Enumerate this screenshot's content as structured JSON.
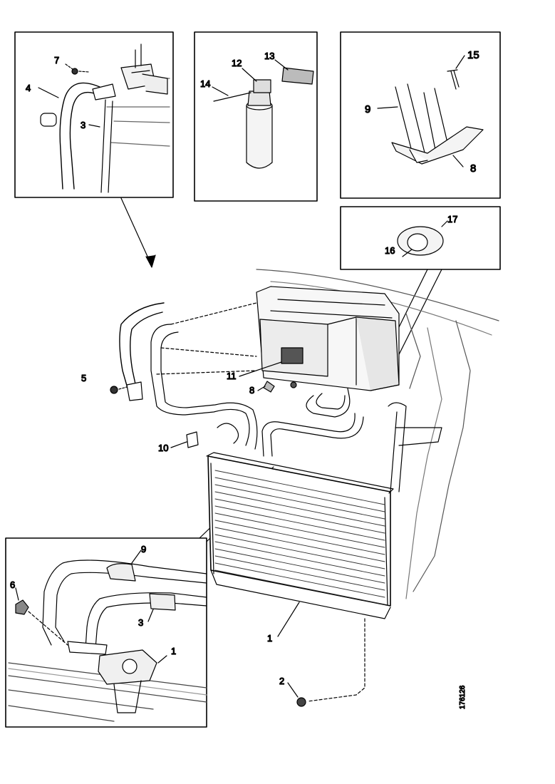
{
  "callouts": {
    "c1_main": "1",
    "c1_inset": "1",
    "c2": "2",
    "c3_top": "3",
    "c3_inset": "3",
    "c4": "4",
    "c5": "5",
    "c6": "6",
    "c7": "7",
    "c8_top": "8",
    "c8_main": "8",
    "c9_top": "9",
    "c9_inset": "9",
    "c10": "10",
    "c11": "11",
    "c12": "12",
    "c13": "13",
    "c14": "14",
    "c15": "15",
    "c16": "16",
    "c17": "17"
  },
  "reference_code": "176126"
}
